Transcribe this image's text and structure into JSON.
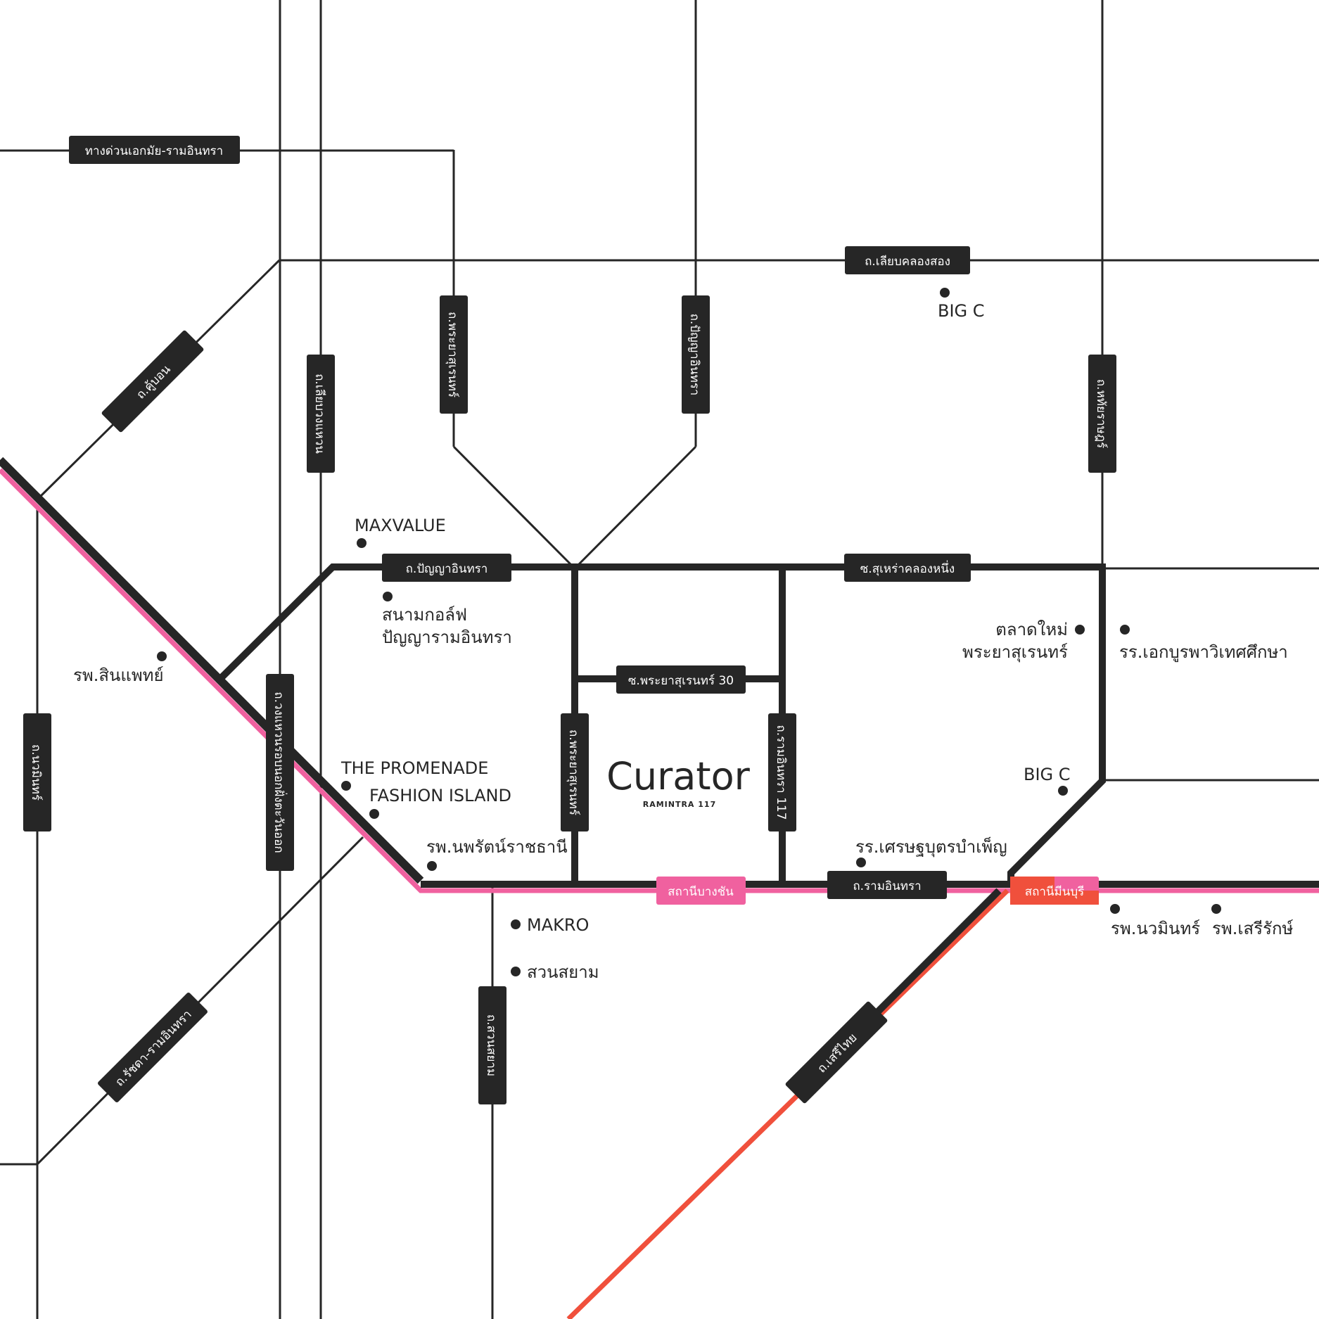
{
  "colors": {
    "road": "#262626",
    "pink_line": "#f0619f",
    "orange_line": "#f0503c",
    "background": "#ffffff",
    "sign_text": "#ffffff"
  },
  "roads": {
    "expressway": "ทางด่วนเอกมัย-รามอินทรา",
    "liap_khlong_song": "ถ.เลียบคลองสอง",
    "khu_bon": "ถ.คู้บอน",
    "liap_wong_waen": "ถ.เลียบวงแหวน",
    "phraya_surain_north": "ถ.พระยาสุเรนทร์",
    "panya_inthra_north": "ถ.ปัญญาอินทรา",
    "hathai_rat": "ถ.หทัยราษฎร์",
    "panya_inthra": "ถ.ปัญญาอินทรา",
    "soi_suhrao": "ซ.สุเหร่าคลองหนึ่ง",
    "soi_phraya_surain_30": "ซ.พระยาสุเรนทร์ 30",
    "phraya_surain_south": "ถ.พระยาสุเรนทร์",
    "ram_inthra_117": "ถ.รามอินทรา 117",
    "nawamin": "ถ.นวมินทร์",
    "kanchanaphisek": "ถ.วงแหวนรอบนอกฝั่งตะวันออก",
    "ram_inthra": "ถ.รามอินทรา",
    "ratchada_ram_inthra": "ถ.รัชดา-รามอินทรา",
    "suan_siam": "ถ.สวนสยาม",
    "seri_thai": "ถ.เสรีไทย"
  },
  "stations": {
    "bang_chan": "สถานีบางชัน",
    "min_buri": "สถานีมีนบุรี"
  },
  "pois": {
    "big_c_north": "BIG C",
    "maxvalue": "MAXVALUE",
    "golf_line1": "สนามกอล์ฟ",
    "golf_line2": "ปัญญารามอินทรา",
    "sinphaet": "รพ.สินแพทย์",
    "talad_line1": "ตลาดใหม่",
    "talad_line2": "พระยาสุเรนทร์",
    "ekburapha": "รร.เอกบูรพาวิเทศศึกษา",
    "promenade": "THE PROMENADE",
    "fashion_island": "FASHION ISLAND",
    "big_c_south": "BIG C",
    "nopparat": "รพ.นพรัตน์ราชธานี",
    "setthabut": "รร.เศรษฐบุตรบำเพ็ญ",
    "makro": "MAKRO",
    "suan_siam_park": "สวนสยาม",
    "nawamin_hospital": "รพ.นวมินทร์",
    "serirak": "รพ.เสรีรักษ์"
  },
  "logo": {
    "name": "Curator",
    "subtitle": "RAMINTRA 117"
  }
}
